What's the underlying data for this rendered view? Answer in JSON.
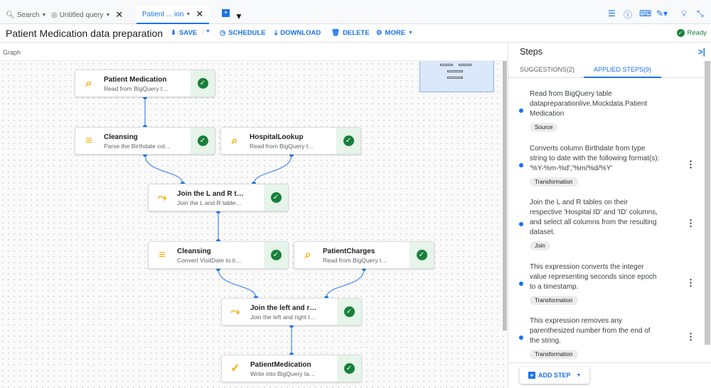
{
  "tabs": [
    {
      "label": "Search",
      "icon": "search-icon"
    },
    {
      "label": "Untitled query",
      "icon": "query-icon"
    },
    {
      "label": "Patient ...  ion",
      "active": true
    }
  ],
  "toolbar": {
    "title": "Patient Medication data preparation",
    "save": "SAVE",
    "schedule": "SCHEDULE",
    "download": "DOWNLOAD",
    "delete": "DELETE",
    "more": "MORE",
    "status": "Ready"
  },
  "graph": {
    "label": "Graph",
    "nodes": [
      {
        "title": "Patient Medication",
        "subtitle": "Read from BigQuery table dat...",
        "icon": "bigquery-source-icon",
        "status": "success"
      },
      {
        "title": "Cleansing",
        "subtitle": "Parse the Birthdate column u...",
        "icon": "list-icon",
        "status": "success"
      },
      {
        "title": "HospitalLookup",
        "subtitle": "Read from BigQuery table dat...",
        "icon": "bigquery-source-icon",
        "status": "success"
      },
      {
        "title": "Join the L and R tables o...",
        "subtitle": "Join the L and R tables on the...",
        "icon": "join-icon",
        "status": "success"
      },
      {
        "title": "Cleansing",
        "subtitle": "Convert VisitDate to timesta...",
        "icon": "list-icon",
        "status": "success"
      },
      {
        "title": "PatientCharges",
        "subtitle": "Read from BigQuery table dat...",
        "icon": "bigquery-source-icon",
        "status": "success"
      },
      {
        "title": "Join the left and right tab...",
        "subtitle": "Join the left and right tables o...",
        "icon": "join-icon",
        "status": "success"
      },
      {
        "title": "PatientMedication",
        "subtitle": "Write into BigQuery table data...",
        "icon": "checkmark-destination-icon",
        "status": "success"
      }
    ]
  },
  "panel": {
    "title": "Steps",
    "tabs": {
      "suggestions": "SUGGESTIONS(2)",
      "applied": "APPLIED STEPS(9)"
    },
    "steps": [
      {
        "text": "Read from BigQuery table datapreparationlive.Mockdata.Patient Medication",
        "tag": "Source"
      },
      {
        "text": "Converts column Birthdate from type string to date with the following format(s): '%Y-%m-%d','%m/%d/%Y'",
        "tag": "Transformation"
      },
      {
        "text": "Join the L and R tables on their respective 'Hospital ID' and 'ID' columns, and select all columns from the resulting dataset.",
        "tag": "Join"
      },
      {
        "text": "This expression converts the integer value representing seconds since epoch to a timestamp.",
        "tag": "Transformation"
      },
      {
        "text": "This expression removes any parenthesized number from the end of the string.",
        "tag": "Transformation"
      }
    ],
    "add_step": "ADD STEP"
  }
}
